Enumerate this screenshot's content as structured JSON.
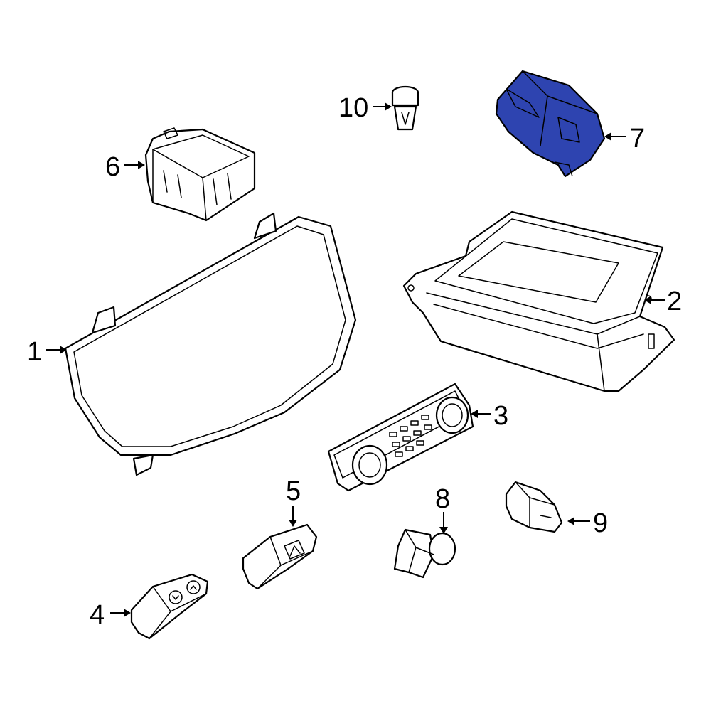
{
  "diagram": {
    "highlight_color": "#2E44B0",
    "callouts": [
      {
        "id": "1",
        "text": "1"
      },
      {
        "id": "2",
        "text": "2"
      },
      {
        "id": "3",
        "text": "3"
      },
      {
        "id": "4",
        "text": "4"
      },
      {
        "id": "5",
        "text": "5"
      },
      {
        "id": "6",
        "text": "6"
      },
      {
        "id": "7",
        "text": "7",
        "highlighted": true
      },
      {
        "id": "8",
        "text": "8"
      },
      {
        "id": "9",
        "text": "9"
      },
      {
        "id": "10",
        "text": "10"
      }
    ]
  }
}
